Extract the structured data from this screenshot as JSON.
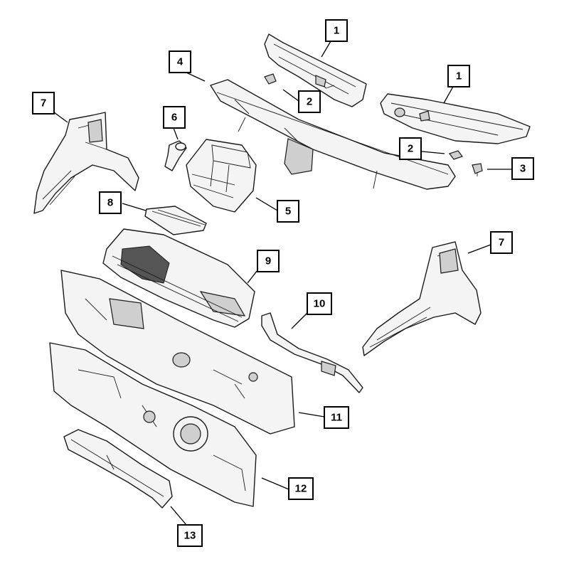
{
  "callouts": [
    {
      "id": "c1a",
      "label": "1"
    },
    {
      "id": "c1b",
      "label": "1"
    },
    {
      "id": "c2a",
      "label": "2"
    },
    {
      "id": "c2b",
      "label": "2"
    },
    {
      "id": "c3",
      "label": "3"
    },
    {
      "id": "c4",
      "label": "4"
    },
    {
      "id": "c5",
      "label": "5"
    },
    {
      "id": "c6",
      "label": "6"
    },
    {
      "id": "c7a",
      "label": "7"
    },
    {
      "id": "c7b",
      "label": "7"
    },
    {
      "id": "c8",
      "label": "8"
    },
    {
      "id": "c9",
      "label": "9"
    },
    {
      "id": "c10",
      "label": "10"
    },
    {
      "id": "c11",
      "label": "11"
    },
    {
      "id": "c12",
      "label": "12"
    },
    {
      "id": "c13",
      "label": "13"
    }
  ]
}
